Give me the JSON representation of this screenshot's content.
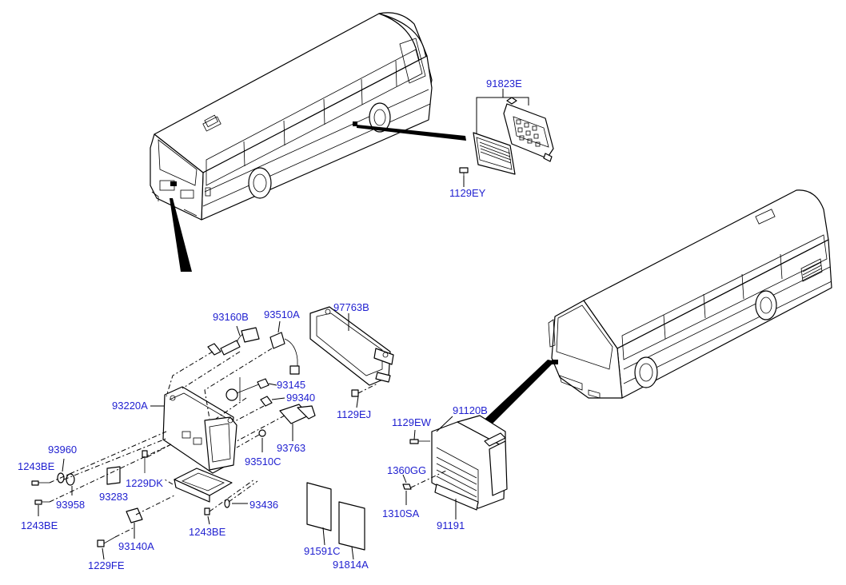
{
  "labels": {
    "p91823E": "91823E",
    "p1129EY": "1129EY",
    "p93160B": "93160B",
    "p93510A": "93510A",
    "p97763B": "97763B",
    "p93145": "93145",
    "p99340": "99340",
    "p93220A": "93220A",
    "p1129EJ": "1129EJ",
    "p93763": "93763",
    "p93960": "93960",
    "p93510C": "93510C",
    "p1243BE_a": "1243BE",
    "p1229DK": "1229DK",
    "p93958": "93958",
    "p93283": "93283",
    "p1243BE_b": "1243BE",
    "p93436": "93436",
    "p1243BE_c": "1243BE",
    "p93140A": "93140A",
    "p1229FE": "1229FE",
    "p91591C": "91591C",
    "p91814A": "91814A",
    "p1129EW": "1129EW",
    "p91120B": "91120B",
    "p1360GG": "1360GG",
    "p1310SA": "1310SA",
    "p91191": "91191"
  },
  "colors": {
    "label": "#1f1fd0",
    "line": "#000000",
    "background": "#ffffff"
  }
}
